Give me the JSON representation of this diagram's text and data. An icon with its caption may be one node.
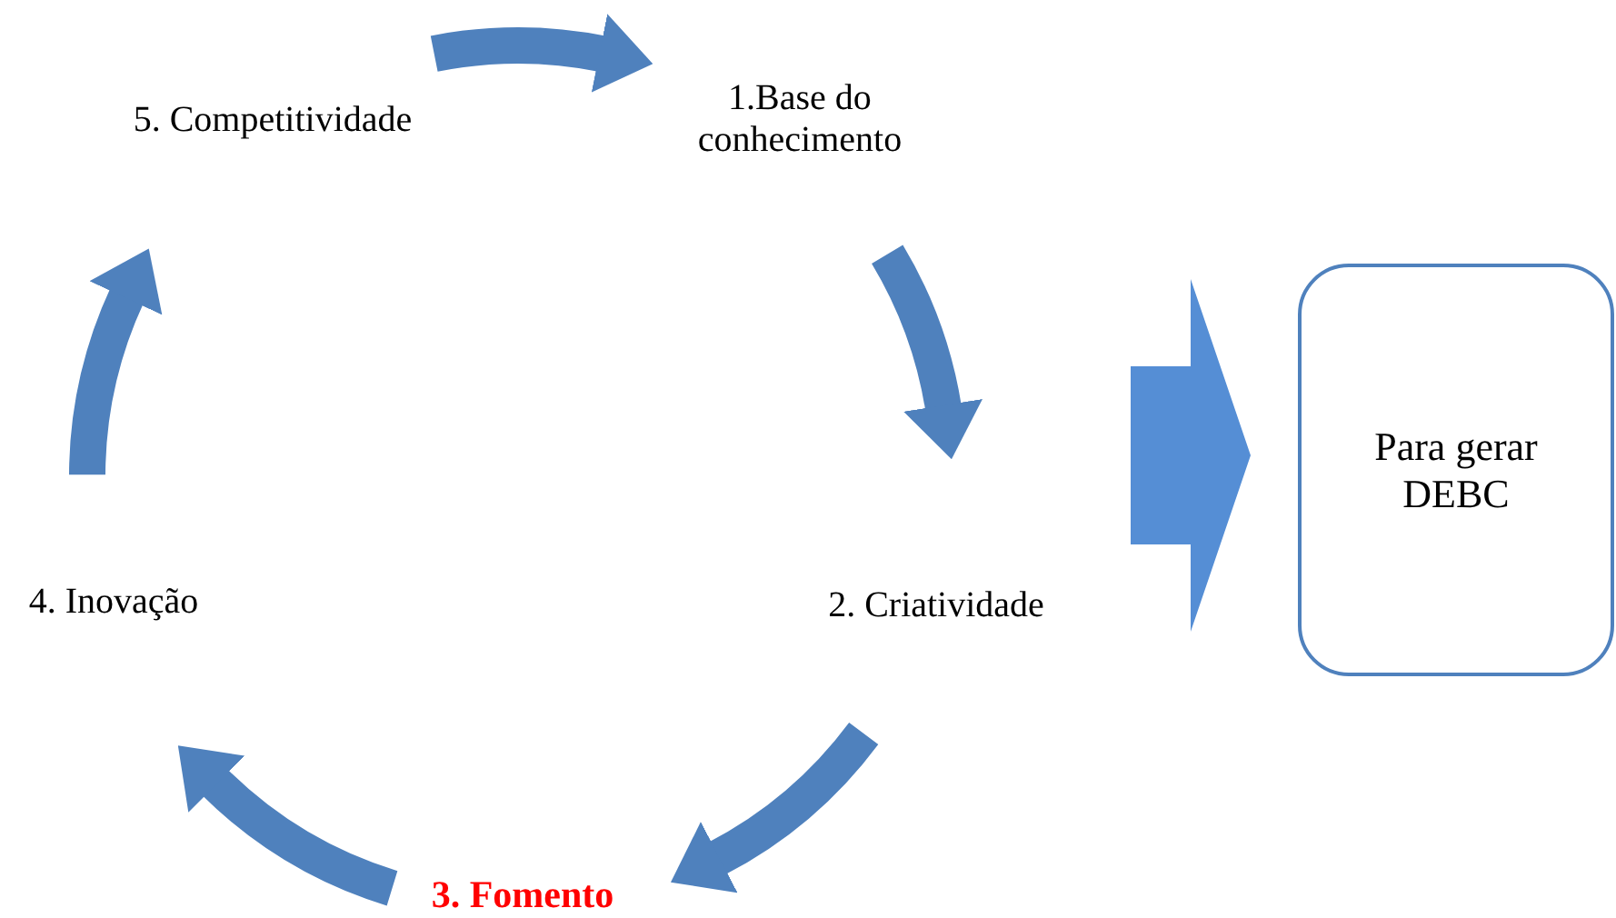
{
  "diagram": {
    "nodes": [
      {
        "text": [
          "1.Base do conhecimento"
        ]
      },
      {
        "text": [
          "2. Criatividade"
        ]
      },
      {
        "text": [
          "3. Fomento"
        ]
      },
      {
        "text": [
          "4. Inovação"
        ]
      },
      {
        "text": [
          "5. Competitividade"
        ]
      },
      {
        "text": [
          "Para gerar DEBC"
        ]
      }
    ],
    "edges": [
      {
        "from": 4,
        "to": 0,
        "arrow": "to"
      },
      {
        "from": 0,
        "to": 1,
        "arrow": "to"
      },
      {
        "from": 1,
        "to": 2,
        "arrow": "to"
      },
      {
        "from": 2,
        "to": 3,
        "arrow": "to"
      },
      {
        "from": 3,
        "to": 4,
        "arrow": "to"
      },
      {
        "from": null,
        "to": 5,
        "arrow": "to",
        "style": "thick",
        "color": "#558ed5"
      }
    ]
  }
}
